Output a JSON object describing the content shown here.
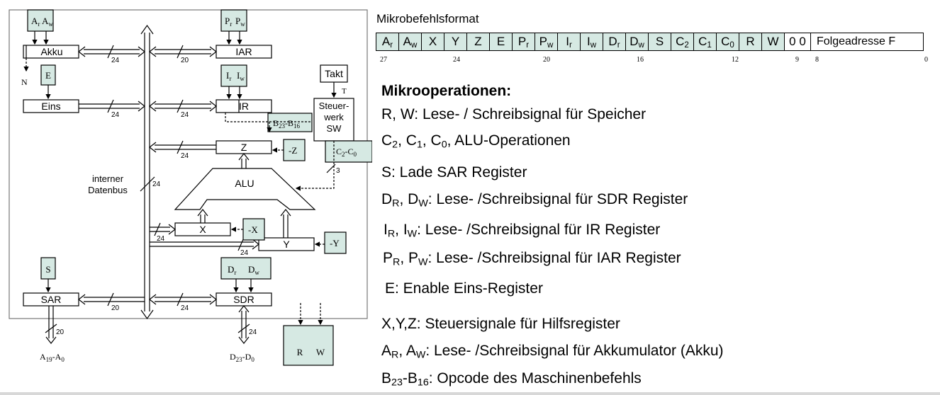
{
  "diagram": {
    "akku": "Akku",
    "iar": "IAR",
    "eins": "Eins",
    "ir": "IR",
    "z": "Z",
    "x": "X",
    "y": "Y",
    "sar": "SAR",
    "sdr": "SDR",
    "alu": "ALU",
    "takt": "Takt",
    "t": "T",
    "n": "N",
    "steuerwerk": [
      "Steuer-",
      "werk",
      "SW"
    ],
    "bus_label": [
      "interner",
      "Datenbus"
    ],
    "ctrl": {
      "ar": "A",
      "aw": "A",
      "r": "r",
      "w": "w",
      "pr": "P",
      "pw": "P",
      "ir_r": "I",
      "ir_w": "I",
      "e": "E",
      "s": "S",
      "dr": "D",
      "dw": "D",
      "b": "B",
      "b_sub1": "23",
      "b_dash": "-B",
      "b_sub2": "16",
      "c": "C",
      "c_sub1": "2",
      "c_dash": "-C",
      "c_sub2": "0",
      "zsig": "-Z",
      "xsig": "-X",
      "ysig": "-Y",
      "rsig": "R",
      "wsig": "W"
    },
    "widths": [
      "24",
      "20",
      "24",
      "24",
      "24",
      "24",
      "24",
      "24",
      "20",
      "24",
      "20",
      "24",
      "3"
    ],
    "addr": {
      "a": "A",
      "a1": "19",
      "dash": "-A",
      "a2": "0"
    },
    "data": {
      "d": "D",
      "d1": "23",
      "dash": "-D",
      "d2": "0"
    }
  },
  "format": {
    "title": "Mikrobefehlsformat",
    "fields": [
      {
        "t": "A",
        "s": "r"
      },
      {
        "t": "A",
        "s": "w"
      },
      {
        "t": "X",
        "s": ""
      },
      {
        "t": "Y",
        "s": ""
      },
      {
        "t": "Z",
        "s": ""
      },
      {
        "t": "E",
        "s": ""
      },
      {
        "t": "P",
        "s": "r"
      },
      {
        "t": "P",
        "s": "w"
      },
      {
        "t": "I",
        "s": "r"
      },
      {
        "t": "I",
        "s": "w"
      },
      {
        "t": "D",
        "s": "r"
      },
      {
        "t": "D",
        "s": "w"
      },
      {
        "t": "S",
        "s": ""
      },
      {
        "t": "C",
        "s": "2"
      },
      {
        "t": "C",
        "s": "1"
      },
      {
        "t": "C",
        "s": "0"
      },
      {
        "t": "R",
        "s": ""
      },
      {
        "t": "W",
        "s": ""
      }
    ],
    "zeros": "0 0",
    "next_address": "Folgeadresse F",
    "bits": [
      "27",
      "24",
      "20",
      "16",
      "12",
      "9",
      "8",
      "0"
    ]
  },
  "ops": {
    "heading": "Mikrooperationen:",
    "lines": [
      {
        "parts": [
          {
            "t": "R, W: Lese- / Schreibsignal für Speicher"
          }
        ]
      },
      {
        "parts": [
          {
            "t": "C"
          },
          {
            "s": "2"
          },
          {
            "t": ", C"
          },
          {
            "s": "1"
          },
          {
            "t": ", C"
          },
          {
            "s": "0"
          },
          {
            "t": ", ALU-Operationen"
          }
        ]
      },
      {
        "parts": [
          {
            "t": "S: Lade SAR Register"
          }
        ]
      },
      {
        "parts": [
          {
            "t": "D"
          },
          {
            "s": "R"
          },
          {
            "t": ", D"
          },
          {
            "s": "W"
          },
          {
            "t": ": Lese- /Schreibsignal für SDR Register"
          }
        ]
      },
      {
        "parts": [
          {
            "t": "I"
          },
          {
            "s": "R"
          },
          {
            "t": ", I"
          },
          {
            "s": "W"
          },
          {
            "t": ": Lese- /Schreibsignal für IR Register"
          }
        ]
      },
      {
        "parts": [
          {
            "t": "P"
          },
          {
            "s": "R"
          },
          {
            "t": ", P"
          },
          {
            "s": "W"
          },
          {
            "t": ": Lese- /Schreibsignal für IAR Register"
          }
        ]
      },
      {
        "parts": [
          {
            "t": "E: Enable Eins-Register"
          }
        ]
      },
      {
        "parts": [
          {
            "t": "X,Y,Z: Steuersignale für Hilfsregister"
          }
        ]
      },
      {
        "parts": [
          {
            "t": "A"
          },
          {
            "s": "R"
          },
          {
            "t": ", A"
          },
          {
            "s": "W"
          },
          {
            "t": ": Lese- /Schreibsignal für Akkumulator (Akku)"
          }
        ]
      },
      {
        "parts": [
          {
            "t": "B"
          },
          {
            "s": "23"
          },
          {
            "t": "-B"
          },
          {
            "s": "16"
          },
          {
            "t": ": Opcode des Maschinenbefehls"
          }
        ]
      }
    ]
  },
  "colors": {
    "control_fill": "#d6e9e3",
    "line": "#000000"
  }
}
